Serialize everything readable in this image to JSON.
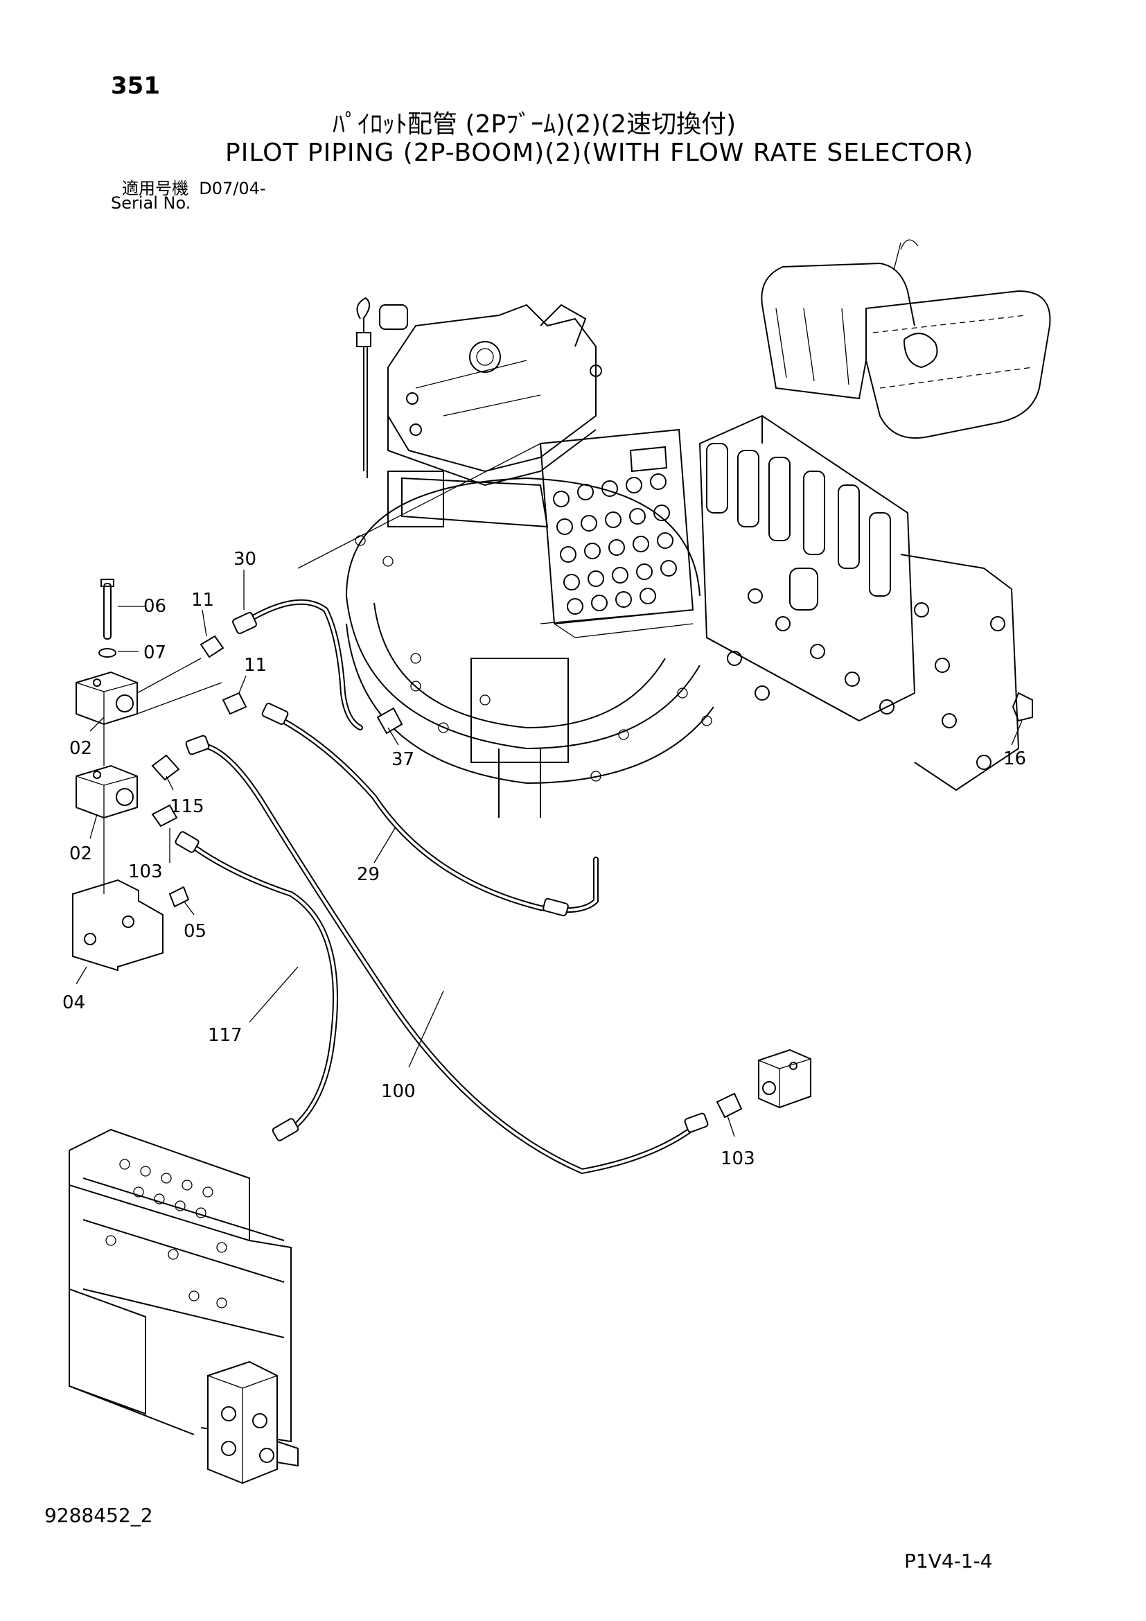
{
  "header": {
    "page_number": "351",
    "title_jp": "ﾊﾟｲﾛｯﾄ配管 (2Pﾌﾞｰﾑ)(2)(2速切換付)",
    "title_en": "PILOT PIPING (2P-BOOM)(2)(WITH FLOW RATE SELECTOR)",
    "serial_label_jp": "適用号機",
    "serial_value": "D07/04-",
    "serial_label_en": "Serial No."
  },
  "footer": {
    "doc_number": "9288452_2",
    "page_ref": "P1V4-1-4"
  },
  "parts": [
    {
      "id": "p30",
      "label": "30"
    },
    {
      "id": "p06",
      "label": "06"
    },
    {
      "id": "p11a",
      "label": "11"
    },
    {
      "id": "p07",
      "label": "07"
    },
    {
      "id": "p11b",
      "label": "11"
    },
    {
      "id": "p02a",
      "label": "02"
    },
    {
      "id": "p37",
      "label": "37"
    },
    {
      "id": "p115",
      "label": "115"
    },
    {
      "id": "p02b",
      "label": "02"
    },
    {
      "id": "p103a",
      "label": "103"
    },
    {
      "id": "p29",
      "label": "29"
    },
    {
      "id": "p05",
      "label": "05"
    },
    {
      "id": "p04",
      "label": "04"
    },
    {
      "id": "p117",
      "label": "117"
    },
    {
      "id": "p100",
      "label": "100"
    },
    {
      "id": "p103b",
      "label": "103"
    },
    {
      "id": "p16",
      "label": "16"
    }
  ]
}
